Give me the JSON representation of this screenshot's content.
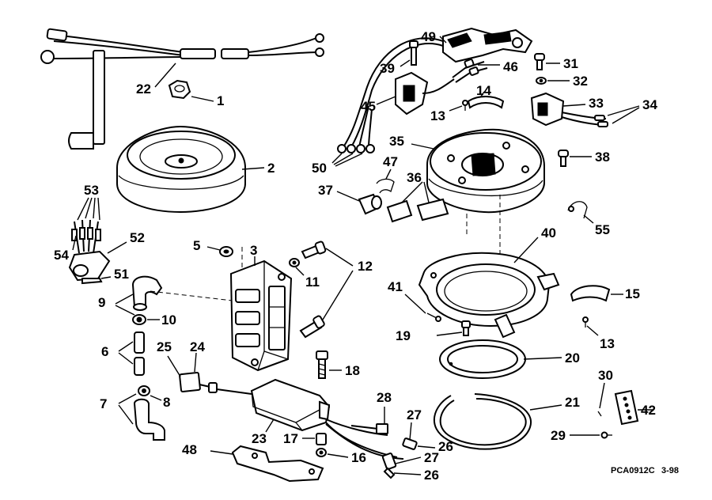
{
  "diagram": {
    "code": "PCA0912C",
    "date": "3-98",
    "labels": {
      "l1": "1",
      "l2": "2",
      "l3": "3",
      "l5": "5",
      "l6": "6",
      "l7": "7",
      "l8": "8",
      "l9": "9",
      "l10": "10",
      "l11": "11",
      "l12": "12",
      "l13a": "13",
      "l13b": "13",
      "l14": "14",
      "l15": "15",
      "l16": "16",
      "l17": "17",
      "l18": "18",
      "l19": "19",
      "l20": "20",
      "l21": "21",
      "l22": "22",
      "l23": "23",
      "l24": "24",
      "l25": "25",
      "l26a": "26",
      "l26b": "26",
      "l27a": "27",
      "l27b": "27",
      "l28": "28",
      "l29": "29",
      "l30": "30",
      "l31": "31",
      "l32": "32",
      "l33": "33",
      "l34": "34",
      "l35": "35",
      "l36": "36",
      "l37": "37",
      "l38": "38",
      "l39": "39",
      "l40": "40",
      "l41": "41",
      "l42": "42",
      "l45": "45",
      "l46": "46",
      "l47": "47",
      "l48": "48",
      "l49": "49",
      "l50": "50",
      "l51": "51",
      "l52": "52",
      "l53": "53",
      "l54": "54",
      "l55": "55"
    }
  }
}
